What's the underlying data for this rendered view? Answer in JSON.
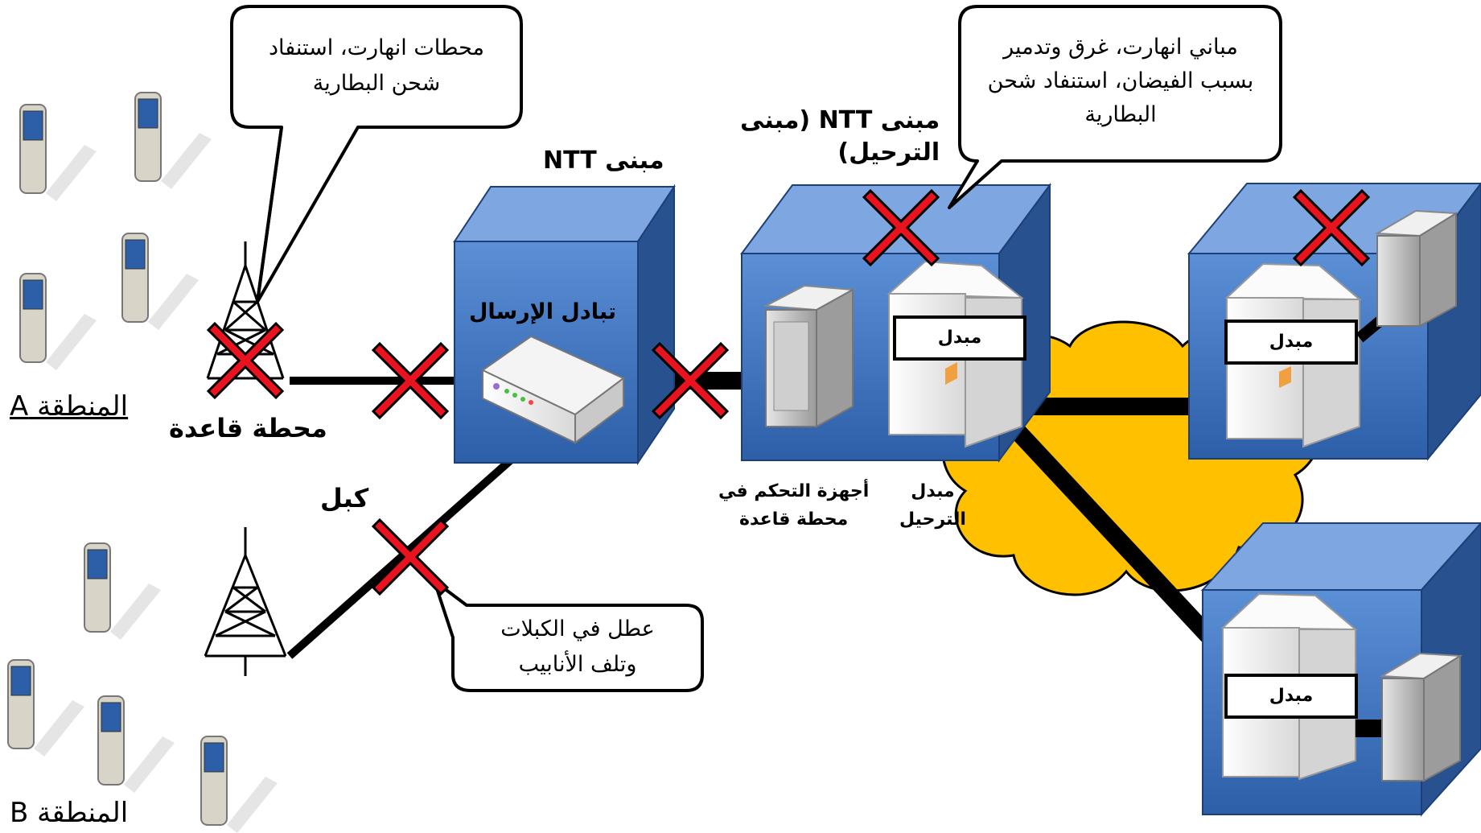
{
  "callouts": {
    "base_stations": [
      "محطات انهارت، استنفاد",
      "شحن البطارية"
    ],
    "buildings": [
      "مباني انهارت، غرق وتدمير",
      "بسبب الفيضان، استنفاد شحن",
      "البطارية"
    ],
    "cables": [
      "عطل في الكبلات",
      "وتلف الأنابيب"
    ]
  },
  "labels": {
    "ntt_building": "مبنى NTT",
    "ntt_relay_building": [
      "مبنى NTT (مبنى",
      "الترحيل)"
    ],
    "transmission_exchange": "تبادل الإرسال",
    "base_station": "محطة قاعدة",
    "cable": "كبل",
    "bs_controller": [
      "أجهزة التحكم في",
      "محطة قاعدة"
    ],
    "relay_switch": [
      "مبدل",
      "الترحيل"
    ],
    "switch": "مبدل",
    "region_a": "المنطقة A",
    "region_b": "المنطقة B"
  },
  "colors": {
    "building_blue": "#3a6bb8",
    "failure_red": "#e8131f",
    "cloud_yellow": "#ffc000",
    "line_black": "#000000"
  }
}
